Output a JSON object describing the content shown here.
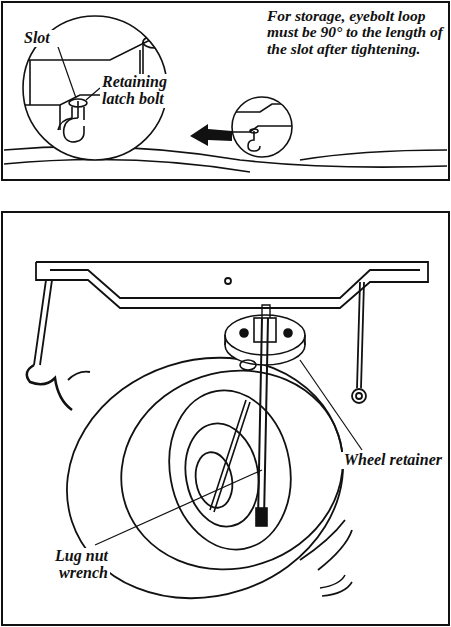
{
  "diagram": {
    "labels": [
      "Slot",
      "Retaining latch bolt",
      "For storage, eyebolt loop must be 90° to the length of the slot after tightening.",
      "Wheel retainer",
      "Lug nut wrench"
    ]
  }
}
